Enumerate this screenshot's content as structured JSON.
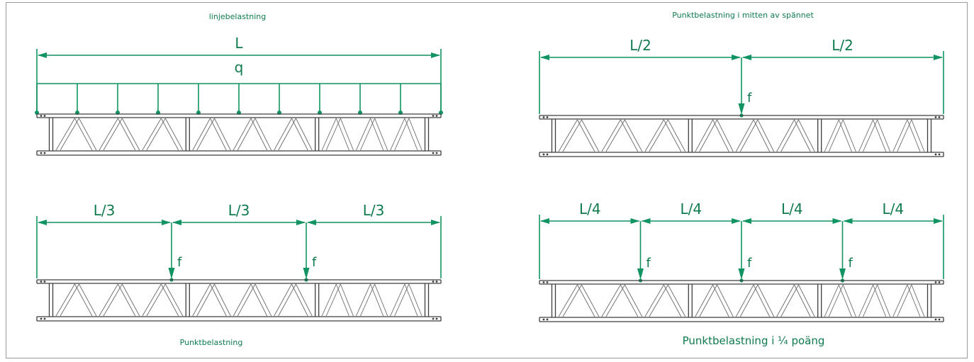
{
  "colors": {
    "accent": "#119461",
    "text_green": "#0f7a4e",
    "truss": "#3d3d3d",
    "border": "#9a9a9a"
  },
  "panels": [
    {
      "id": "uniform",
      "title": "linjebelastning",
      "title_pos": "top",
      "dimension_segments": [
        "L"
      ],
      "load_label": "q",
      "load_type": "distributed",
      "arrow_count": 11,
      "point_loads": []
    },
    {
      "id": "midspan",
      "title": "Punktbelastning i mitten av spännet",
      "title_pos": "top",
      "dimension_segments": [
        "L/2",
        "L/2"
      ],
      "load_type": "point",
      "point_loads": [
        {
          "position": 0.5,
          "label": "f"
        }
      ]
    },
    {
      "id": "thirds",
      "title": "Punktbelastning",
      "title_pos": "bottom",
      "dimension_segments": [
        "L/3",
        "L/3",
        "L/3"
      ],
      "load_type": "point",
      "point_loads": [
        {
          "position": 0.3333,
          "label": "f"
        },
        {
          "position": 0.6667,
          "label": "f"
        }
      ]
    },
    {
      "id": "quarters",
      "title": "Punktbelastning i ¼ poäng",
      "title_pos": "bottom",
      "dimension_segments": [
        "L/4",
        "L/4",
        "L/4",
        "L/4"
      ],
      "load_type": "point",
      "point_loads": [
        {
          "position": 0.25,
          "label": "f"
        },
        {
          "position": 0.5,
          "label": "f"
        },
        {
          "position": 0.75,
          "label": "f"
        }
      ]
    }
  ]
}
